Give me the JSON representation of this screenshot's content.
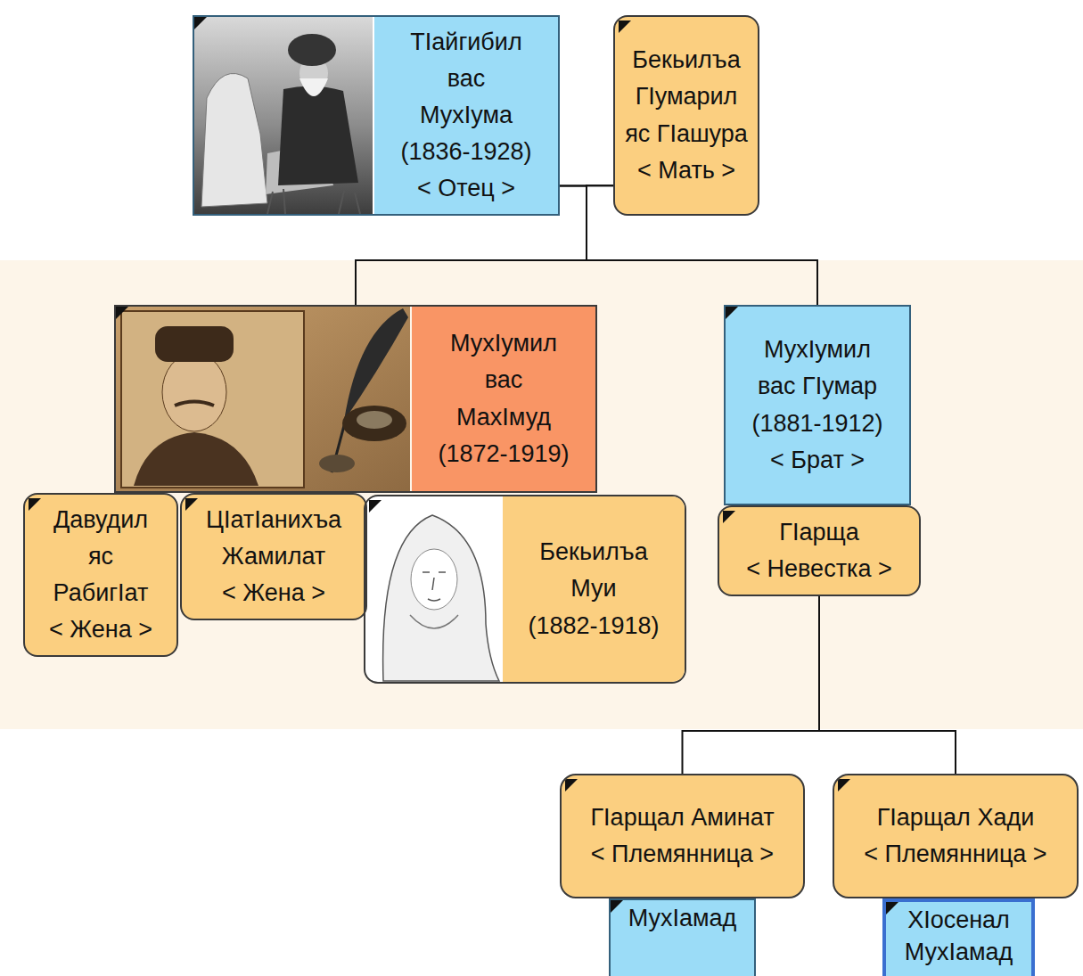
{
  "diagram": {
    "nodes": [
      {
        "text": [
          "ТIайгибил вас МухIума",
          "(1836-1928)",
          "< Отец >"
        ]
      },
      {
        "text": [
          "Бекьилъа ГIумарил яс ГIашура",
          "< Мать >"
        ]
      },
      {
        "text": [
          "МухIумил вас МахIмуд",
          "(1872-1919)"
        ]
      },
      {
        "text": [
          "МухIумил вас ГIумар",
          "(1881-1912)",
          "< Брат >"
        ]
      },
      {
        "text": [
          "Давудил яс РабигIат",
          "< Жена >"
        ]
      },
      {
        "text": [
          "ЦIатIанихъа Жамилат",
          "< Жена >"
        ]
      },
      {
        "text": [
          "Бекьилъа Муи",
          "(1882-1918)"
        ]
      },
      {
        "text": [
          "ГIарща",
          "< Невестка >"
        ]
      },
      {
        "text": [
          "ГIарщал Аминат",
          "< Племянница >"
        ]
      },
      {
        "text": [
          "ГIарщал Хади",
          "< Племянница >"
        ]
      },
      {
        "text": [
          "МухIамад"
        ]
      },
      {
        "text": [
          "ХIосенал МухIамад"
        ]
      }
    ],
    "edges": [
      {
        "from": 0,
        "to": 2,
        "arrow": "none"
      },
      {
        "from": 0,
        "to": 3,
        "arrow": "none"
      },
      {
        "from": 1,
        "to": 2,
        "arrow": "none"
      },
      {
        "from": 1,
        "to": 3,
        "arrow": "none"
      },
      {
        "from": 7,
        "to": 8,
        "arrow": "none"
      },
      {
        "from": 7,
        "to": 9,
        "arrow": "none"
      }
    ]
  }
}
